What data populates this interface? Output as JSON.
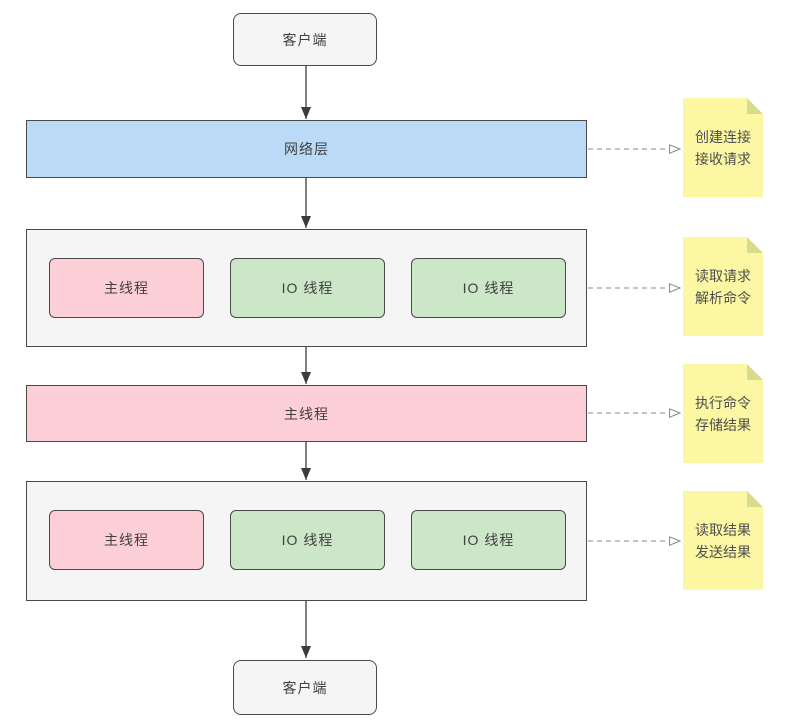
{
  "diagram": {
    "nodes": {
      "client_top": {
        "label": "客户端"
      },
      "network_layer": {
        "label": "网络层"
      },
      "stage1": {
        "main_thread": "主线程",
        "io_thread_1": "IO 线程",
        "io_thread_2": "IO 线程"
      },
      "main_thread_bar": {
        "label": "主线程"
      },
      "stage2": {
        "main_thread": "主线程",
        "io_thread_1": "IO 线程",
        "io_thread_2": "IO 线程"
      },
      "client_bottom": {
        "label": "客户端"
      }
    },
    "notes": [
      {
        "line1": "创建连接",
        "line2": "接收请求"
      },
      {
        "line1": "读取请求",
        "line2": "解析命令"
      },
      {
        "line1": "执行命令",
        "line2": "存储结果"
      },
      {
        "line1": "读取结果",
        "line2": "发送结果"
      }
    ],
    "colors": {
      "node-gray": "#f5f5f5",
      "network-blue": "#badaf7",
      "thread-pink": "#fccfd7",
      "io-green": "#cce6c8",
      "note-yellow": "#fbf7a3",
      "note-fold": "#d8da8c",
      "border-dark": "#4a4a4a",
      "arrow-dark": "#3b3b3b",
      "arrow-gray": "#8a8a8a",
      "text": "#404040"
    }
  }
}
